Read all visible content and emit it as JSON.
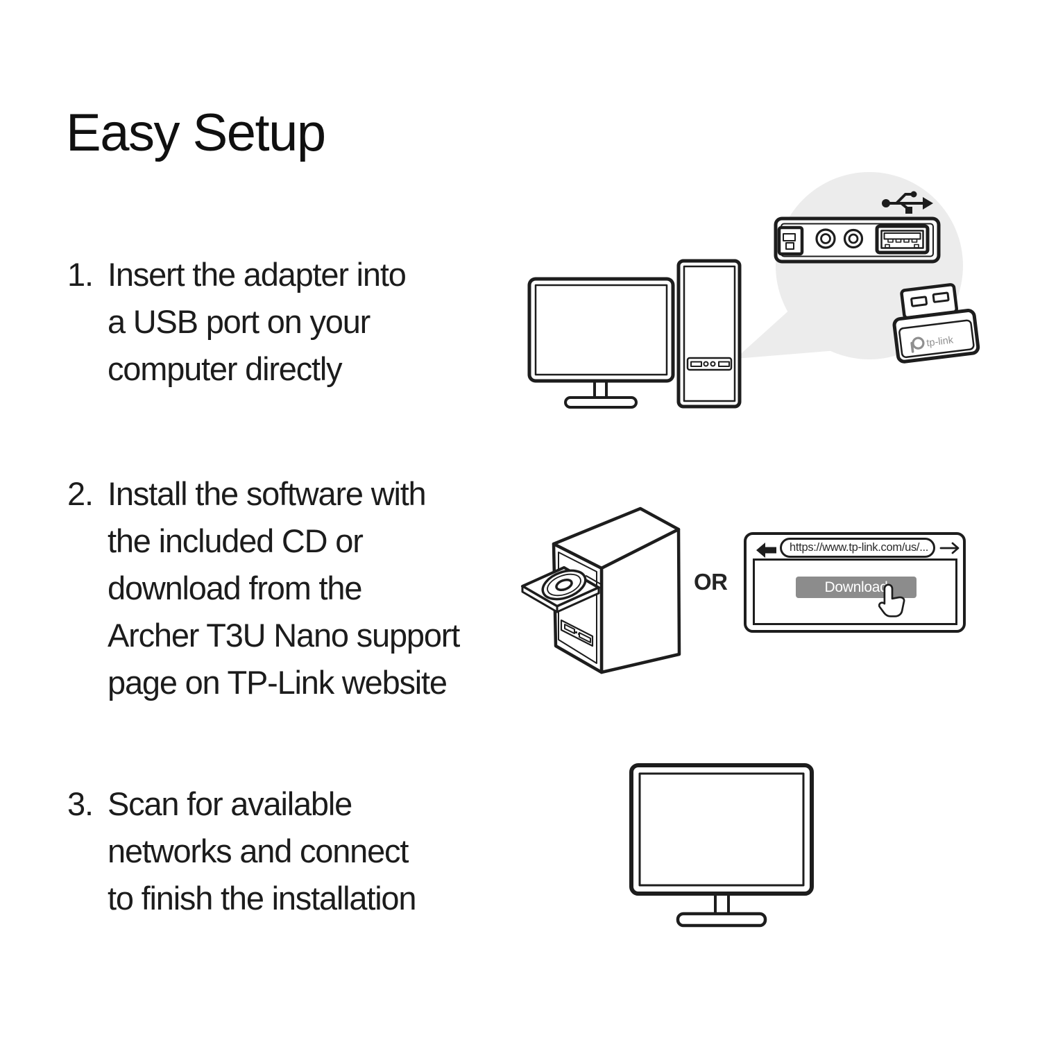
{
  "page": {
    "title": "Easy Setup"
  },
  "steps": [
    {
      "number": "1.",
      "lines": [
        "Insert the adapter into",
        "a USB port on your",
        "computer directly"
      ]
    },
    {
      "number": "2.",
      "lines": [
        "Install the software with",
        "the included CD or",
        "download from the",
        "Archer T3U Nano support",
        "page on TP-Link website"
      ]
    },
    {
      "number": "3.",
      "lines": [
        "Scan for available",
        "networks and connect",
        "to finish the installation"
      ]
    }
  ],
  "step1_art": {
    "adapter_logo": "tp-link",
    "icons": {
      "usb": "usb-trident-icon"
    }
  },
  "step2_art": {
    "or_label": "OR",
    "browser": {
      "url": "https://www.tp-link.com/us/...",
      "download_label": "Download",
      "icons": {
        "back": "back-arrow-icon",
        "forward": "forward-arrow-icon",
        "cursor": "hand-cursor-icon"
      }
    }
  },
  "colors": {
    "line": "#1d1d1d",
    "zoom_circle_bg": "#ececec",
    "download_button": "#8c8c8c",
    "logo_gray": "#8f8f8f",
    "text": "#1c1c1c"
  }
}
